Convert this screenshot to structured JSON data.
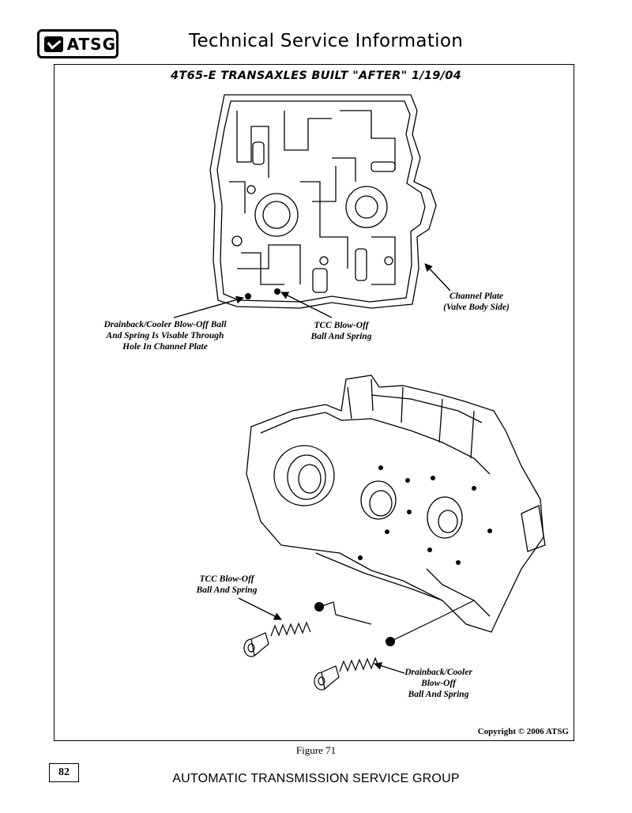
{
  "header": {
    "logo_text": "ATSG",
    "title": "Technical Service Information"
  },
  "figure": {
    "title": "4T65-E TRANSAXLES BUILT \"AFTER\" 1/19/04",
    "callouts": {
      "channel_plate": "Channel Plate\n(Valve Body Side)",
      "drainback_upper": "Drainback/Cooler Blow-Off Ball\nAnd Spring Is Visable Through\nHole In Channel Plate",
      "tcc_upper": "TCC Blow-Off\nBall And Spring",
      "tcc_lower": "TCC Blow-Off\nBall And Spring",
      "drainback_lower": "Drainback/Cooler\nBlow-Off\nBall And Spring"
    },
    "copyright": "Copyright © 2006 ATSG",
    "caption": "Figure 71"
  },
  "footer": {
    "page_number": "82",
    "title": "AUTOMATIC TRANSMISSION SERVICE GROUP"
  }
}
